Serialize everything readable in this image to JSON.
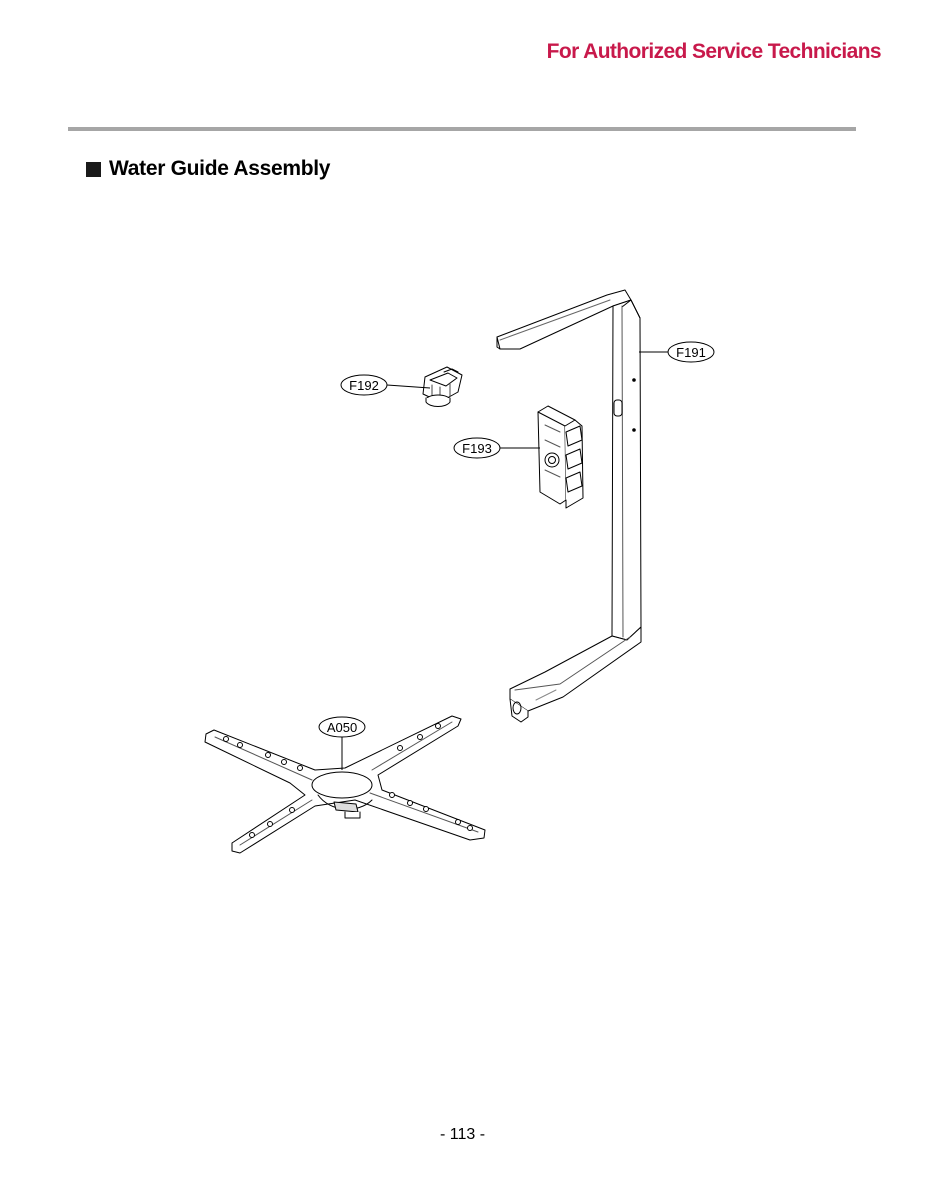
{
  "header": {
    "note": "For Authorized Service Technicians",
    "accent_color": "#c8194b"
  },
  "section": {
    "bullet_icon": "black-square-icon",
    "title": "Water Guide Assembly"
  },
  "diagram": {
    "callouts": [
      {
        "id": "F191",
        "label": "F191"
      },
      {
        "id": "F192",
        "label": "F192"
      },
      {
        "id": "F193",
        "label": "F193"
      },
      {
        "id": "A050",
        "label": "A050"
      }
    ]
  },
  "footer": {
    "page_number": "- 113 -"
  }
}
